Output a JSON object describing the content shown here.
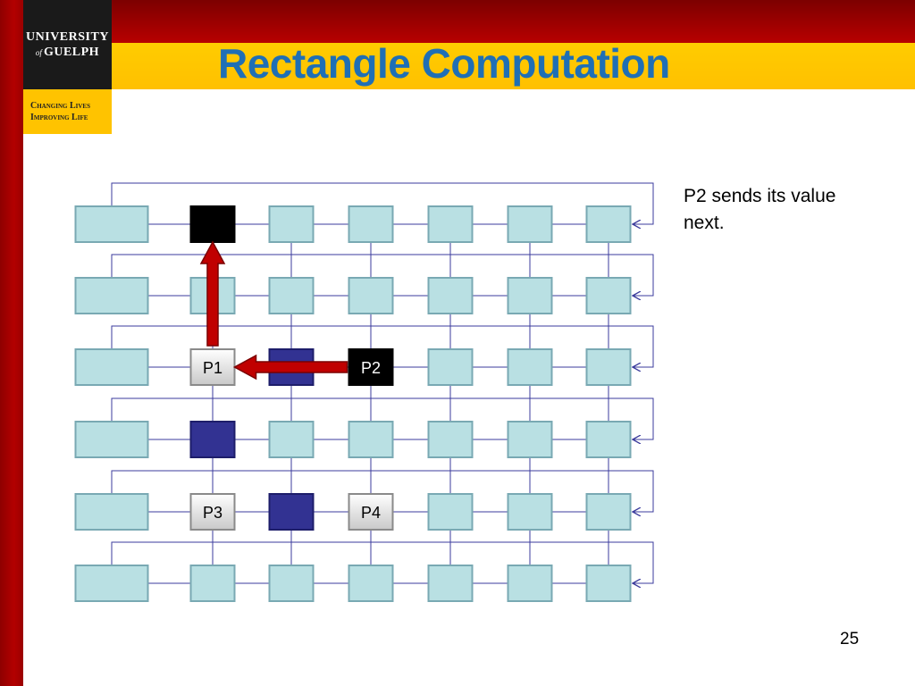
{
  "header": {
    "title": "Rectangle Computation",
    "logo": {
      "line1": "UNIVERSITY",
      "of": "of",
      "line2": "GUELPH"
    },
    "tagline": {
      "line1": "Changing Lives",
      "line2": "Improving Life"
    }
  },
  "caption": {
    "line1": "P2 sends its value",
    "line2": "next."
  },
  "page_number": "25",
  "diagram": {
    "rows": 6,
    "cols": 7,
    "colors": {
      "cell": "#b9e0e3",
      "cell_border": "#79a9b3",
      "black": "#000000",
      "dark_blue": "#323292",
      "wire": "#3b3b9c",
      "arrow": "#c00000",
      "arrow_border": "#7a0000"
    },
    "black_cells": [
      [
        0,
        1
      ],
      [
        2,
        3
      ]
    ],
    "dark_blue_cells": [
      [
        2,
        2
      ],
      [
        3,
        1
      ],
      [
        4,
        2
      ]
    ],
    "labels": [
      {
        "row": 2,
        "col": 1,
        "text": "P1",
        "style": "gray"
      },
      {
        "row": 2,
        "col": 3,
        "text": "P2",
        "style": "black"
      },
      {
        "row": 4,
        "col": 1,
        "text": "P3",
        "style": "gray"
      },
      {
        "row": 4,
        "col": 3,
        "text": "P4",
        "style": "gray"
      }
    ],
    "arrows": [
      {
        "from": [
          2,
          1
        ],
        "to": [
          0,
          1
        ],
        "name": "arrow-p1-up"
      },
      {
        "from": [
          2,
          3
        ],
        "to": [
          2,
          1
        ],
        "name": "arrow-p2-left"
      }
    ]
  }
}
